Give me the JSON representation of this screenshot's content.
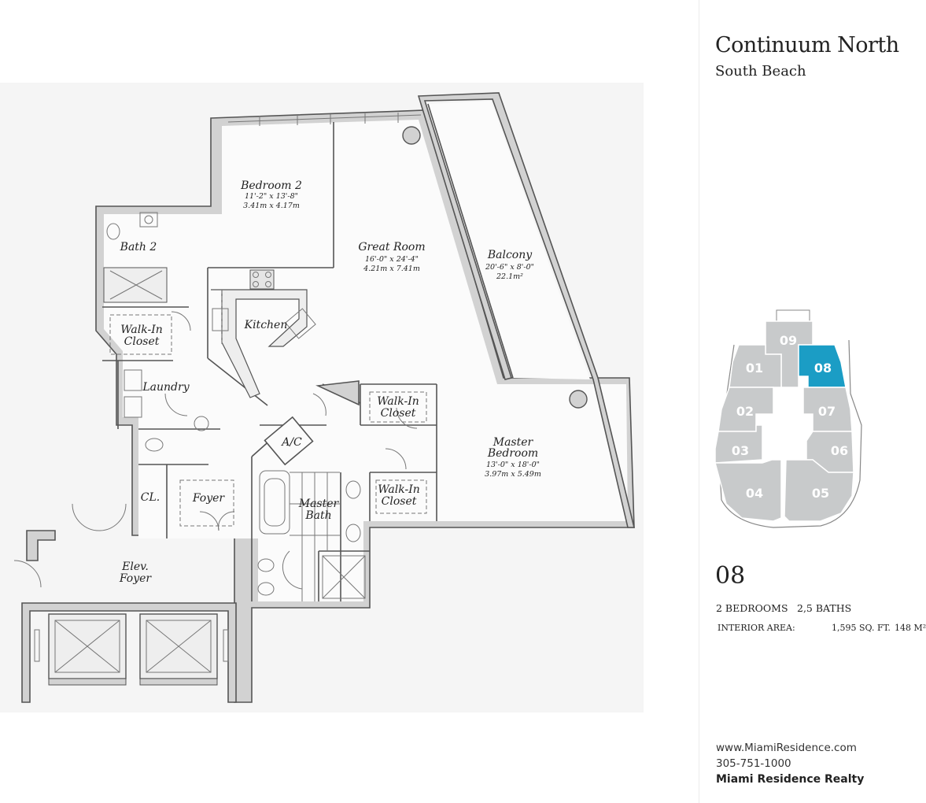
{
  "building": {
    "name": "Continuum North",
    "location": "South Beach"
  },
  "floorplan": {
    "rooms": [
      {
        "name": "Bedroom 2",
        "dim_imperial": "11'-2\" x 13'-8\"",
        "dim_metric": "3.41m x 4.17m"
      },
      {
        "name": "Great Room",
        "dim_imperial": "16'-0\" x 24'-4\"",
        "dim_metric": "4.21m x 7.41m"
      },
      {
        "name": "Balcony",
        "dim_imperial": "20'-6\" x 8'-0\"",
        "dim_metric": "22.1m²"
      },
      {
        "name": "Bath 2"
      },
      {
        "name": "Kitchen"
      },
      {
        "name": "Walk-In",
        "name2": "Closet"
      },
      {
        "name": "Laundry"
      },
      {
        "name": "Walk-In",
        "name2": "Closet"
      },
      {
        "name": "Master",
        "name2": "Bedroom",
        "dim_imperial": "13'-0\" x 18'-0\"",
        "dim_metric": "3.97m x 5.49m"
      },
      {
        "name": "A/C"
      },
      {
        "name": "Master",
        "name2": "Bath"
      },
      {
        "name": "Walk-In",
        "name2": "Closet"
      },
      {
        "name": "CL."
      },
      {
        "name": "Foyer"
      },
      {
        "name": "Elev.",
        "name2": "Foyer"
      }
    ]
  },
  "keyplan": {
    "units": [
      "09",
      "01",
      "08",
      "02",
      "07",
      "03",
      "06",
      "04",
      "05"
    ],
    "active_unit": "08",
    "colors": {
      "active": "#1b9dc5",
      "inactive": "#c8cacb"
    }
  },
  "unit": {
    "number": "08",
    "bedrooms": "2 BEDROOMS",
    "baths": "2,5 BATHS",
    "area_label": "INTERIOR AREA:",
    "area_sqft": "1,595 SQ. FT.",
    "area_m2": "148 M²"
  },
  "contact": {
    "website": "www.MiamiResidence.com",
    "phone": "305-751-1000",
    "company": "Miami Residence Realty"
  }
}
